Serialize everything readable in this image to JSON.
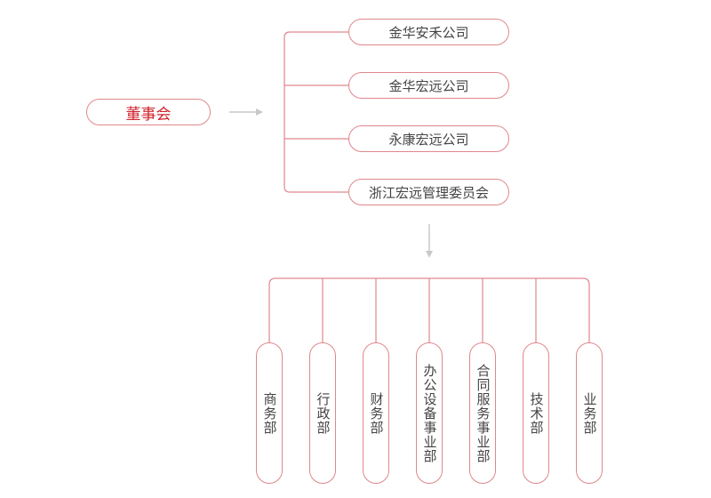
{
  "root": "董事会",
  "companies": [
    "金华安禾公司",
    "金华宏远公司",
    "永康宏远公司",
    "浙江宏远管理委员会"
  ],
  "departments": [
    "商务部",
    "行政部",
    "财务部",
    "办公设备事业部",
    "合同服务事业部",
    "技术部",
    "业务部"
  ],
  "colors": {
    "line": "#e0878d",
    "arrow": "#c8c8c8",
    "root_text": "#d0202a",
    "text": "#444444"
  }
}
